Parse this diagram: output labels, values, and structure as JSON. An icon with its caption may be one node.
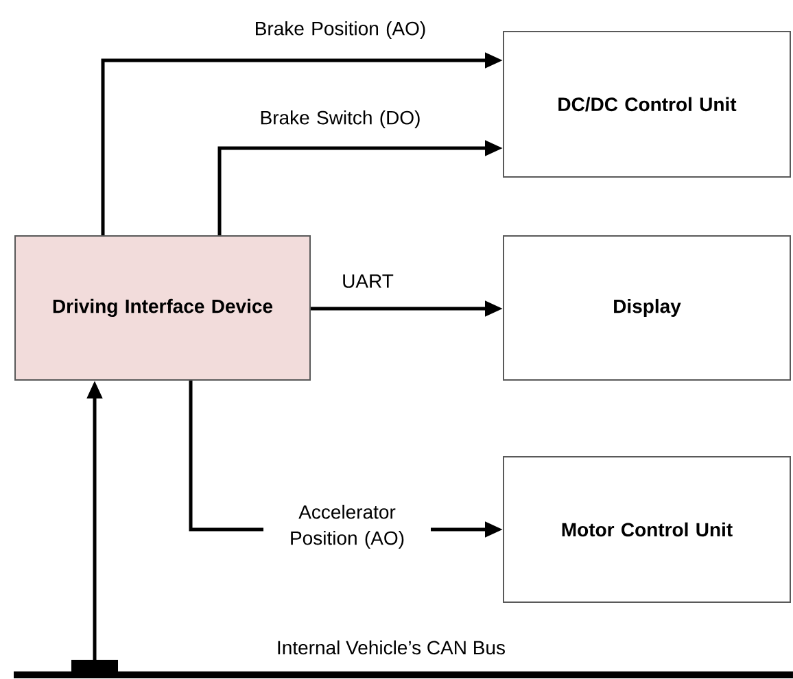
{
  "diagram": {
    "nodes": [
      {
        "text": [
          "Driving Interface Device"
        ]
      },
      {
        "text": [
          "DC/DC Control Unit"
        ]
      },
      {
        "text": [
          "Display"
        ]
      },
      {
        "text": [
          "Motor Control Unit"
        ]
      },
      {
        "text": [
          "Internal Vehicle’s CAN Bus"
        ]
      }
    ],
    "edges": [
      {
        "from": 0,
        "to": 1,
        "arrow": "to",
        "label": "Brake Position (AO)"
      },
      {
        "from": 0,
        "to": 1,
        "arrow": "to",
        "label": "Brake Switch (DO)"
      },
      {
        "from": 0,
        "to": 2,
        "arrow": "to",
        "label": "UART"
      },
      {
        "from": 0,
        "to": 3,
        "arrow": "to",
        "label": "Accelerator Position (AO)"
      },
      {
        "from": 4,
        "to": 0,
        "arrow": "to"
      }
    ]
  }
}
